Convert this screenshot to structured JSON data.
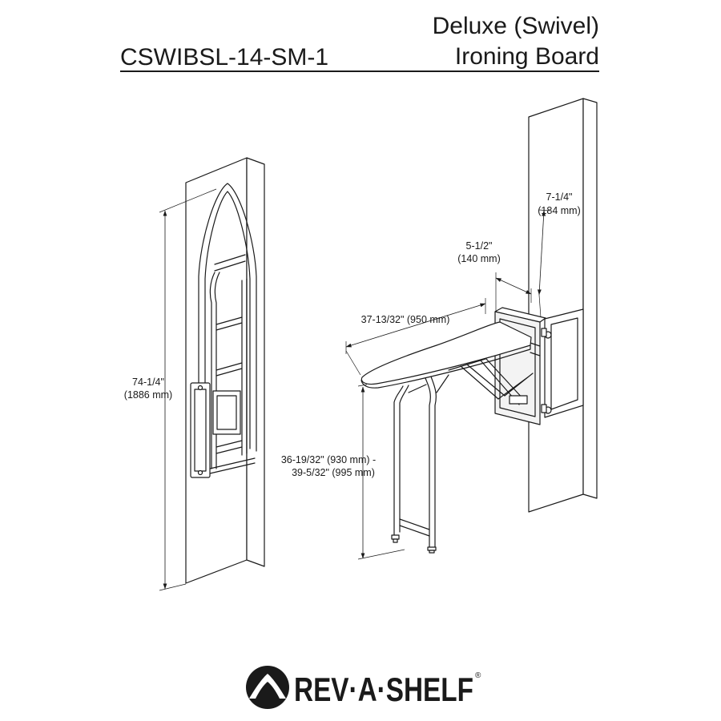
{
  "header": {
    "model_number": "CSWIBSL-14-SM-1",
    "title_line1": "Deluxe (Swivel)",
    "title_line2": "Ironing Board"
  },
  "dimensions": {
    "folded_height": {
      "imperial": "74-1/4\"",
      "metric": "(1886 mm)"
    },
    "mount_depth": {
      "imperial": "7-1/4\"",
      "metric": "(184 mm)"
    },
    "bracket_width": {
      "imperial": "5-1/2\"",
      "metric": "(140 mm)"
    },
    "board_length": {
      "label": "37-13/32\" (950 mm)"
    },
    "working_height": {
      "line1": "36-19/32\" (930 mm) -",
      "line2": "39-5/32\" (995 mm)"
    }
  },
  "logo": {
    "text": "REV·A·SHELF",
    "registered": "®"
  },
  "colors": {
    "ink": "#1a1a1a",
    "background": "#ffffff",
    "shade": "#f3f3f3"
  }
}
